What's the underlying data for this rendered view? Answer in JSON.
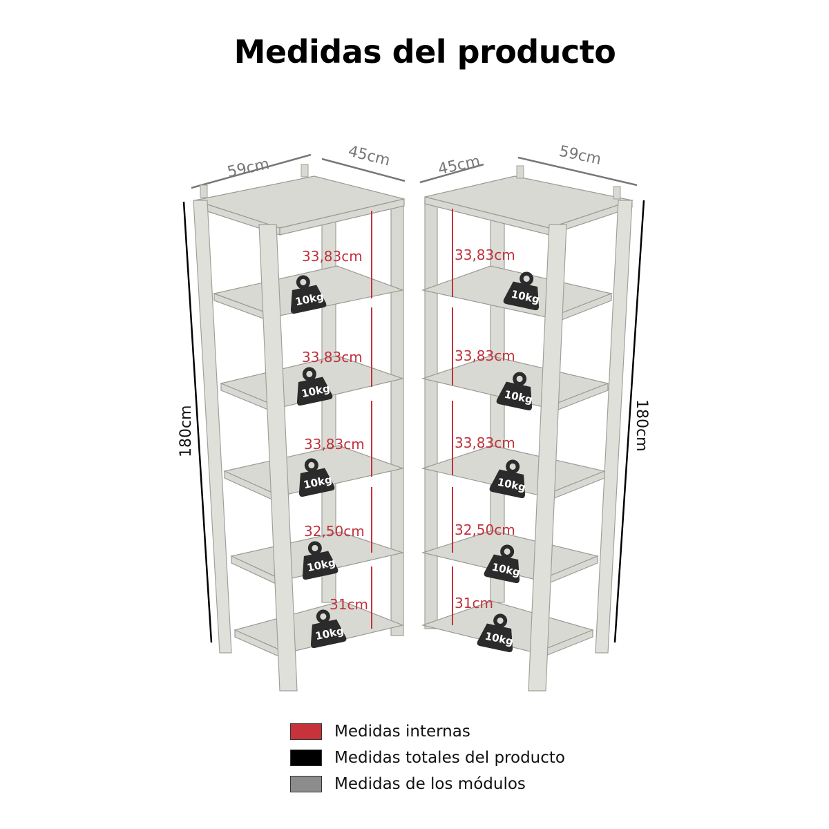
{
  "title": "Medidas del producto",
  "left_unit": {
    "width_label": "59cm",
    "depth_label": "45cm",
    "height_label": "180cm",
    "internal_heights": [
      "33,83cm",
      "33,83cm",
      "33,83cm",
      "32,50cm",
      "31cm"
    ],
    "load_labels": [
      "10kg",
      "10kg",
      "10kg",
      "10kg",
      "10kg"
    ]
  },
  "right_unit": {
    "depth_label": "45cm",
    "width_label": "59cm",
    "height_label": "180cm",
    "internal_heights": [
      "33,83cm",
      "33,83cm",
      "33,83cm",
      "32,50cm",
      "31cm"
    ],
    "load_labels": [
      "10kg",
      "10kg",
      "10kg",
      "10kg",
      "10kg"
    ]
  },
  "legend": [
    {
      "label": "Medidas internas",
      "color": "#c8323a"
    },
    {
      "label": "Medidas totales del producto",
      "color": "#000000"
    },
    {
      "label": "Medidas de los módulos",
      "color": "#8c8c8c"
    }
  ],
  "colors": {
    "shelf_fill": "#d9d9d4",
    "shelf_stroke": "#9a9a95",
    "internal_dim": "#c0323c",
    "module_dim": "#777777",
    "total_dim": "#000000",
    "weight_icon": "#2b2b2b"
  }
}
